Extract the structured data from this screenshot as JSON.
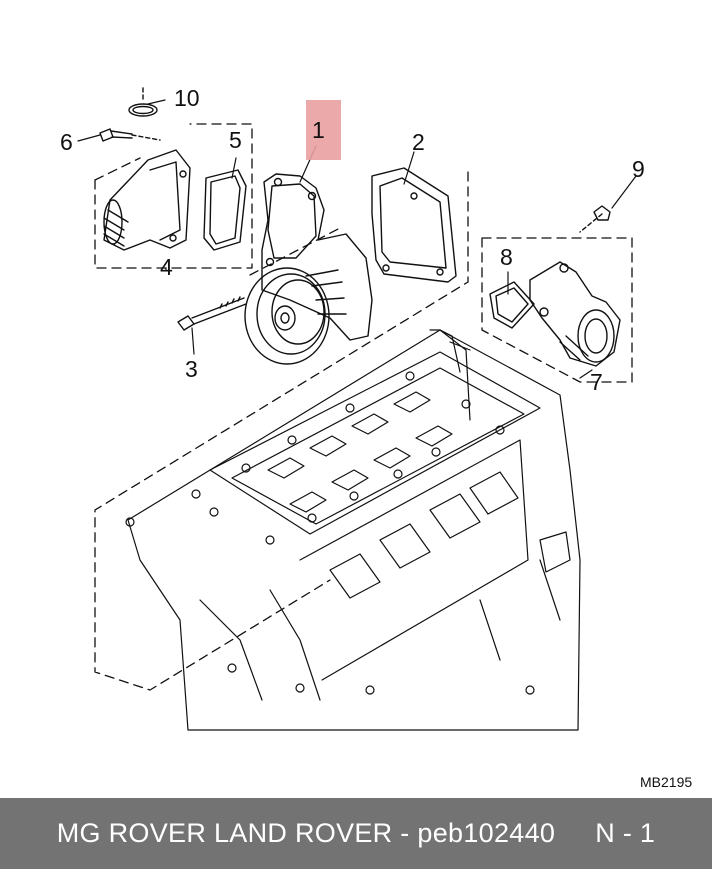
{
  "diagram": {
    "callouts": [
      "1",
      "2",
      "3",
      "4",
      "5",
      "6",
      "7",
      "8",
      "9",
      "10"
    ],
    "drawing_code": "MB2195",
    "highlight_color": "#e9a0a0"
  },
  "footer": {
    "title": "MG ROVER LAND ROVER - peb102440",
    "suffix": "N - 1",
    "background": "#737373"
  }
}
